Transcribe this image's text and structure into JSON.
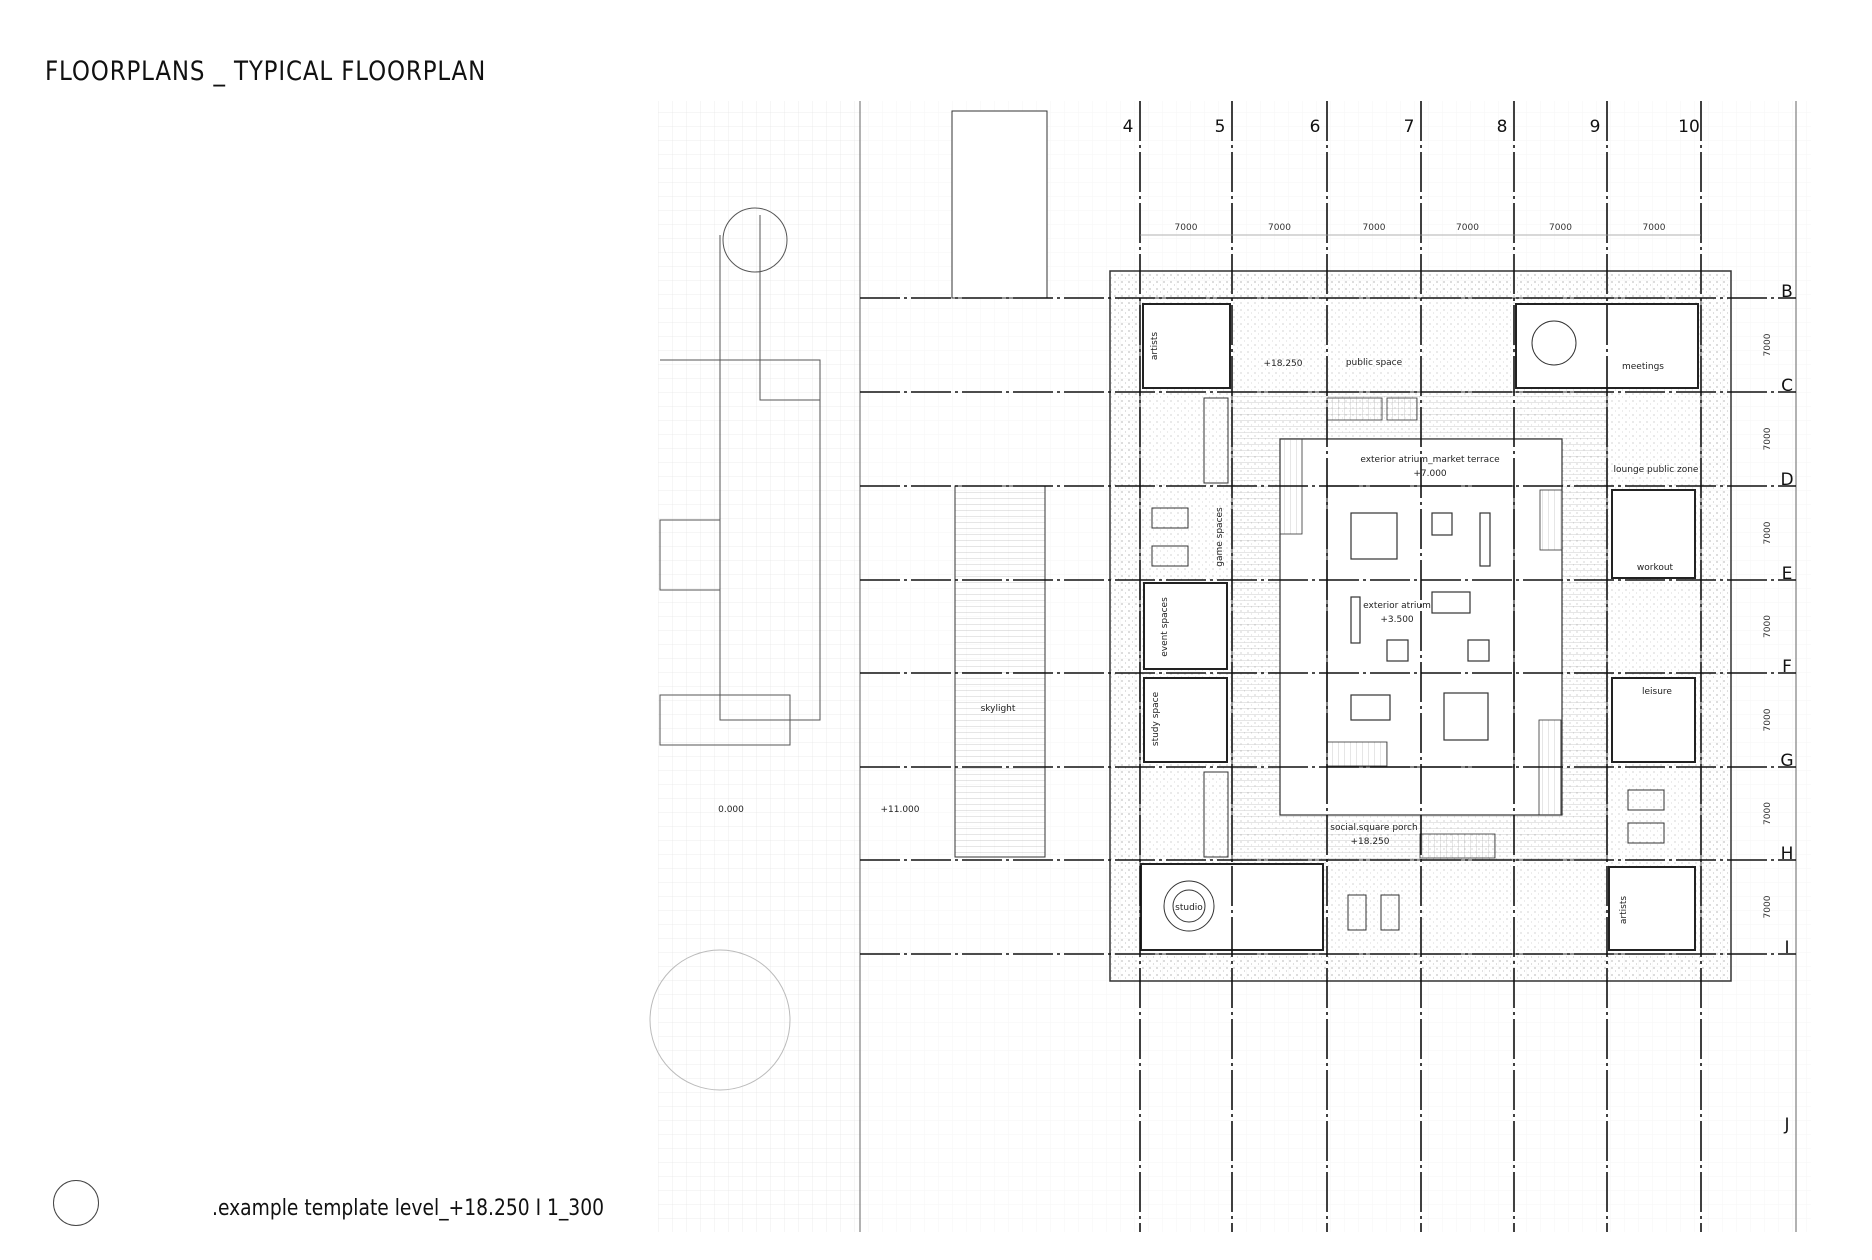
{
  "title": "FLOORPLANS _ TYPICAL FLOORPLAN",
  "caption": ".example template level_+18.250   I   1_300",
  "icons": {
    "north": "north-arrow-circle-icon"
  },
  "grid": {
    "columns": [
      "4",
      "5",
      "6",
      "7",
      "8",
      "9",
      "10"
    ],
    "rows": [
      "B",
      "C",
      "D",
      "E",
      "F",
      "G",
      "H",
      "I",
      "J"
    ],
    "column_spacing": [
      "7000",
      "7000",
      "7000",
      "7000",
      "7000",
      "7000"
    ],
    "row_spacing": [
      "7000",
      "7000",
      "7000",
      "7000",
      "7000",
      "7000",
      "7000"
    ]
  },
  "rooms": {
    "artists_top": "artists",
    "level_top": "+18.250",
    "public_space": "public space",
    "meetings": "meetings",
    "market_terrace": "exterior atrium_market terrace",
    "market_terrace_level": "+7.000",
    "lounge": "lounge public zone",
    "game_spaces": "game spaces",
    "workout": "workout",
    "exterior_atrium": "exterior atrium",
    "exterior_atrium_level": "+3.500",
    "event_spaces": "event spaces",
    "skylight": "skylight",
    "leisure": "leisure",
    "study_space": "study space",
    "ground_level": "0.000",
    "terrace_level": "+11.000",
    "social_porch": "social.square porch",
    "social_porch_level": "+18.250",
    "studio": "studio",
    "artists_bottom": "artists"
  },
  "colors": {
    "line": "#222222",
    "grid": "#d9d9d9",
    "hatch": "#9a9a9a"
  }
}
